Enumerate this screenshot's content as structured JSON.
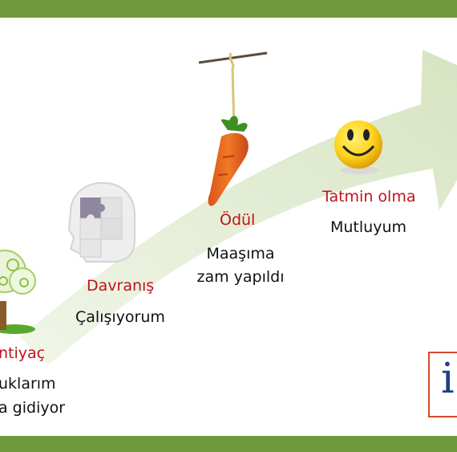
{
  "stages": [
    {
      "id": "ihtiyac",
      "title": "ntiyaç",
      "lines": [
        "uklarım",
        "a gidiyor"
      ],
      "icon": "tree-icon"
    },
    {
      "id": "davranis",
      "title": "Davranış",
      "lines": [
        "Çalışıyorum"
      ],
      "icon": "puzzle-head-icon"
    },
    {
      "id": "odul",
      "title": "Ödül",
      "lines": [
        "Maaşıma",
        "zam yapıldı"
      ],
      "icon": "carrot-on-stick-icon"
    },
    {
      "id": "tatmin",
      "title": "Tatmin olma",
      "lines": [
        "Mutluyum"
      ],
      "icon": "smiley-icon"
    }
  ],
  "logo": {
    "text": "i"
  },
  "colors": {
    "frame_bar": "#6f9a3b",
    "arrow": "#dfe9cf",
    "heading": "#c0121b",
    "logo_border": "#d24a2b",
    "logo_text": "#1f3f86"
  }
}
